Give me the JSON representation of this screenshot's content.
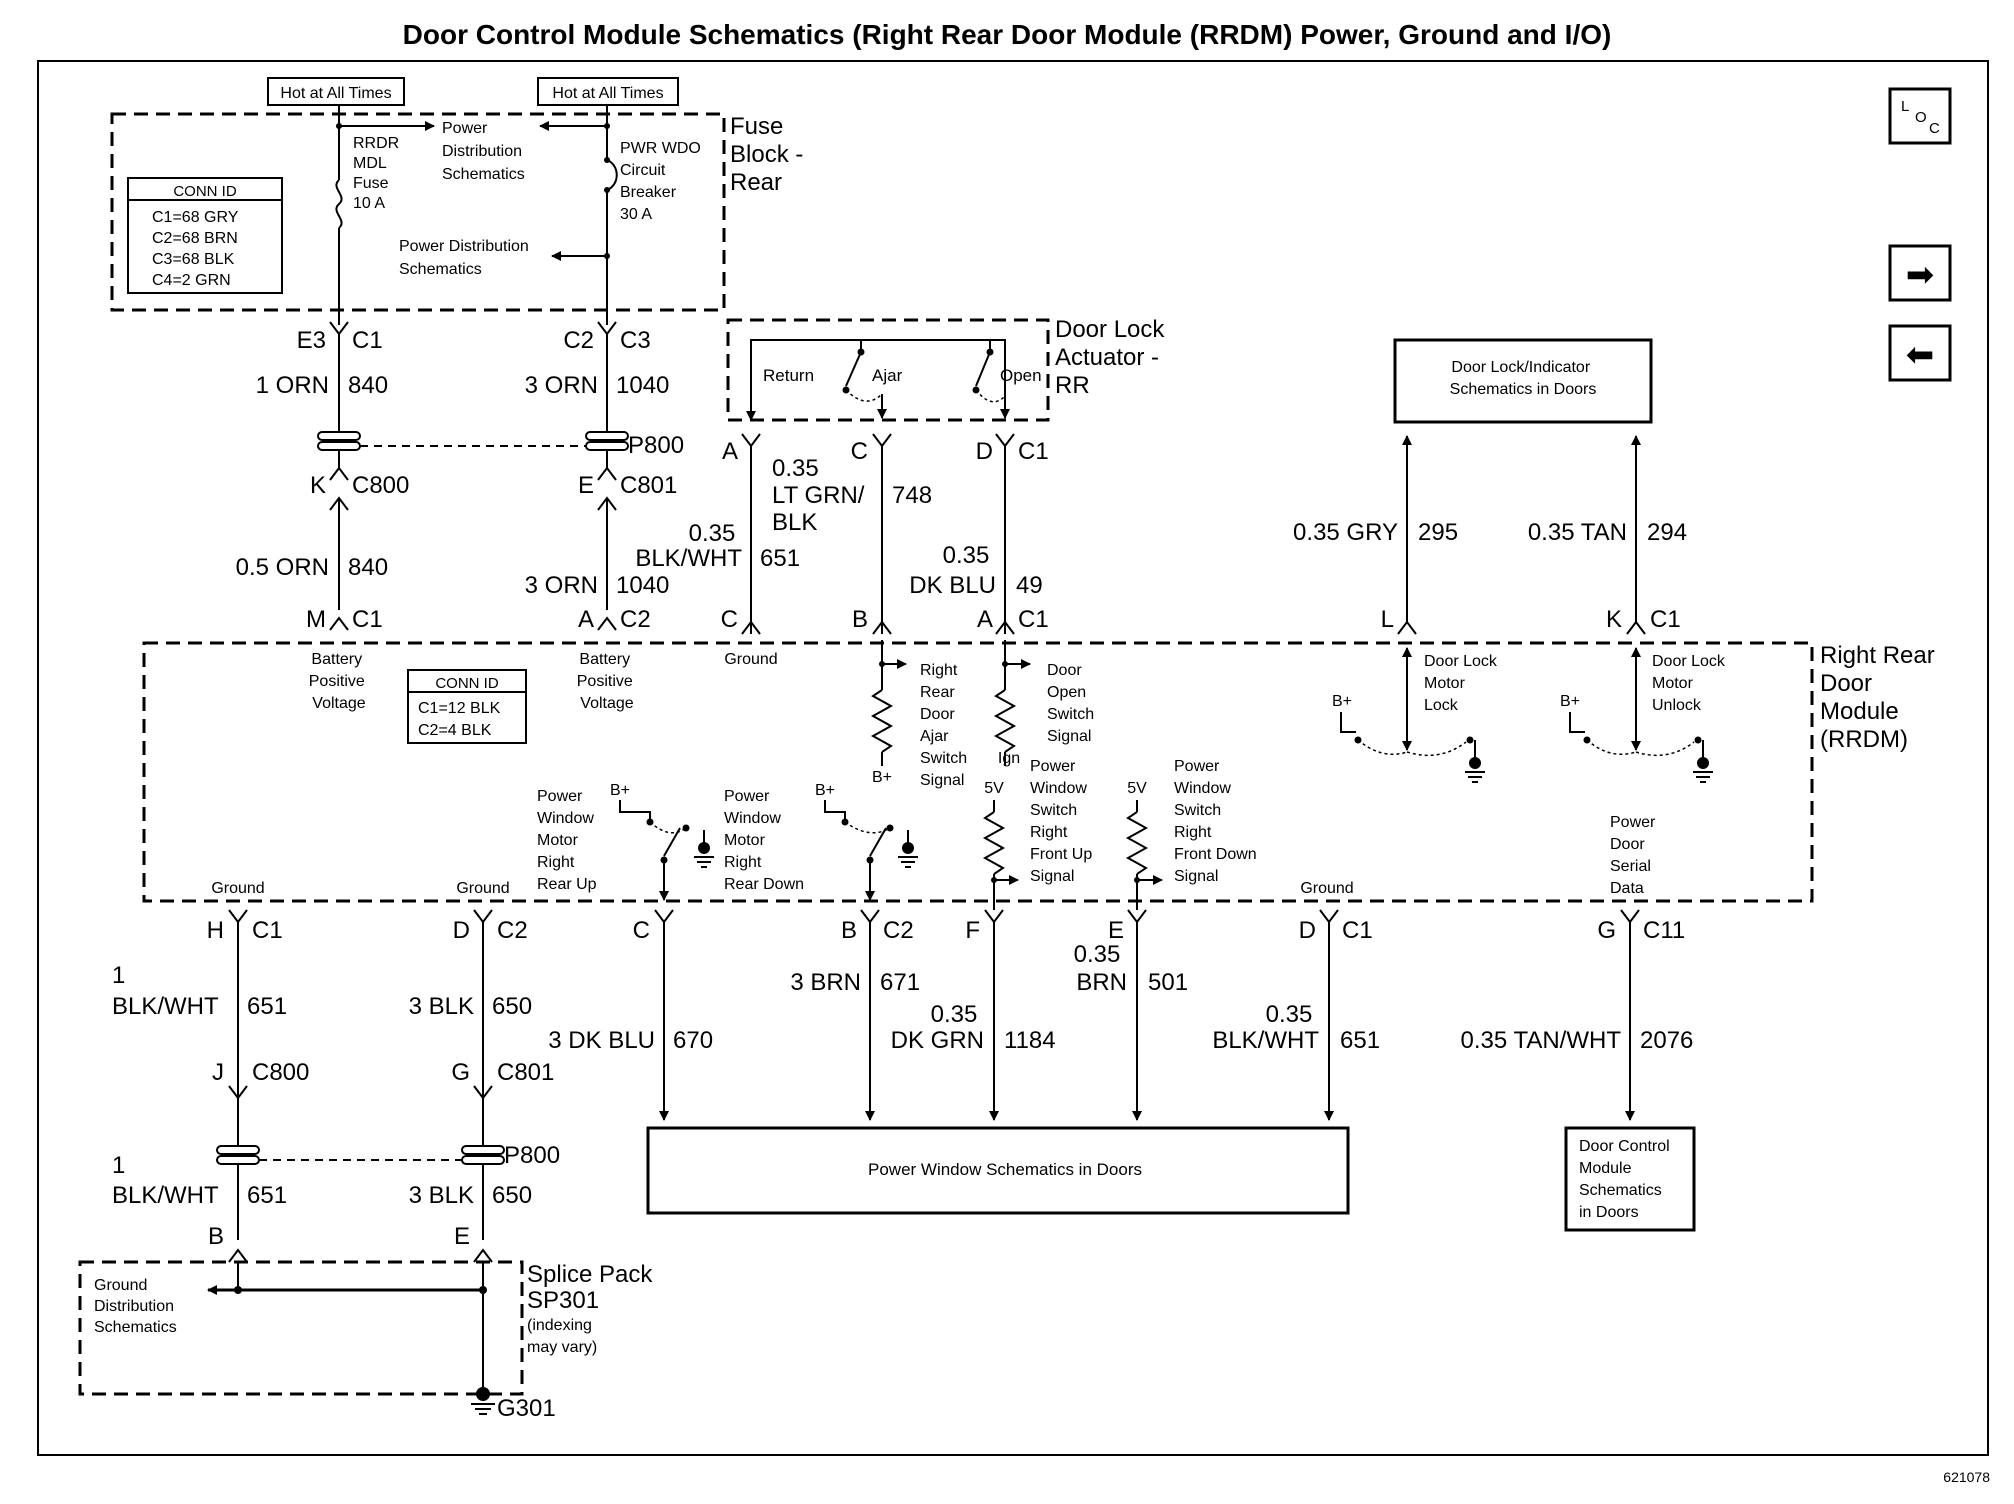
{
  "title": "Door Control Module Schematics (Right Rear Door Module (RRDM) Power, Ground and I/O)",
  "figure_id": "621078",
  "nav": {
    "loc_1": "L",
    "loc_2": "O",
    "loc_3": "C",
    "next_glyph": "➡",
    "prev_glyph": "⬅"
  },
  "fuse_block": {
    "title_lines": [
      "Fuse",
      "Block -",
      "Rear"
    ],
    "hot_left": "Hot at All Times",
    "hot_right": "Hot at All Times",
    "power_dist_top": [
      "Power",
      "Distribution",
      "Schematics"
    ],
    "power_dist_mid": [
      "Power Distribution",
      "Schematics"
    ],
    "rrdr_fuse": [
      "RRDR",
      "MDL",
      "Fuse",
      "10 A"
    ],
    "pwr_wdo_breaker": [
      "PWR WDO",
      "Circuit",
      "Breaker",
      "30 A"
    ],
    "conn_id_title": "CONN ID",
    "conn_id_lines": [
      "C1=68 GRY",
      "C2=68 BRN",
      "C3=68 BLK",
      "C4=2 GRN"
    ]
  },
  "door_lock_actuator": {
    "title_lines": [
      "Door Lock",
      "Actuator -",
      "RR"
    ],
    "return_label": "Return",
    "ajar_label": "Ajar",
    "open_label": "Open"
  },
  "module": {
    "title_lines": [
      "Right Rear",
      "Door",
      "Module",
      "(RRDM)"
    ],
    "conn_id_title": "CONN ID",
    "conn_id_lines": [
      "C1=12 BLK",
      "C2=4 BLK"
    ],
    "battery_left": [
      "Battery",
      "Positive",
      "Voltage"
    ],
    "battery_right": [
      "Battery",
      "Positive",
      "Voltage"
    ],
    "ground_top": "Ground",
    "ajar_signal": [
      "Right",
      "Rear",
      "Door",
      "Ajar",
      "Switch",
      "Signal"
    ],
    "open_signal": [
      "Door",
      "Open",
      "Switch",
      "Signal"
    ],
    "lock_lock": [
      "Door Lock",
      "Motor",
      "Lock"
    ],
    "lock_unlock": [
      "Door Lock",
      "Motor",
      "Unlock"
    ],
    "bplus": "B+",
    "ign": "Ign",
    "fivev": "5V",
    "motor_up": [
      "Power",
      "Window",
      "Motor",
      "Right",
      "Rear Up"
    ],
    "motor_down": [
      "Power",
      "Window",
      "Motor",
      "Right",
      "Rear Down"
    ],
    "switch_up": [
      "Power",
      "Window",
      "Switch",
      "Right",
      "Front Up",
      "Signal"
    ],
    "switch_down": [
      "Power",
      "Window",
      "Switch",
      "Right",
      "Front Down",
      "Signal"
    ],
    "serial_data": [
      "Power",
      "Door",
      "Serial",
      "Data"
    ],
    "ground_label": "Ground"
  },
  "boxes": {
    "door_lock_indicator": [
      "Door Lock/Indicator",
      "Schematics in Doors"
    ],
    "power_window": "Power Window Schematics in Doors",
    "dcm": [
      "Door Control",
      "Module",
      "Schematics",
      "in Doors"
    ]
  },
  "splice": {
    "title": "Splice Pack",
    "id": "SP301",
    "note": [
      "(indexing",
      "may vary)"
    ],
    "ground_dist": [
      "Ground",
      "Distribution",
      "Schematics"
    ],
    "ground": "G301"
  },
  "pins": {
    "e3": "E3",
    "c1": "C1",
    "c2": "C2",
    "c3": "C3",
    "k": "K",
    "c800": "C800",
    "e": "E",
    "c801": "C801",
    "m": "M",
    "a": "A",
    "c": "C",
    "b": "B",
    "d": "D",
    "l": "L",
    "h": "H",
    "f": "F",
    "g": "G",
    "j": "J",
    "c11": "C11",
    "p800": "P800"
  },
  "wires": {
    "w840_top": [
      "1 ORN",
      "840"
    ],
    "w1040_top": [
      "3 ORN",
      "1040"
    ],
    "w840_bot": [
      "0.5 ORN",
      "840"
    ],
    "w1040_bot": [
      "3 ORN",
      "1040"
    ],
    "w651_top": [
      "0.35",
      "BLK/WHT",
      "651"
    ],
    "w748": [
      "0.35",
      "LT GRN/",
      "BLK",
      "748"
    ],
    "w49": [
      "0.35",
      "DK BLU",
      "49"
    ],
    "w295": [
      "0.35 GRY",
      "295"
    ],
    "w294": [
      "0.35 TAN",
      "294"
    ],
    "w651_h": [
      "1",
      "BLK/WHT",
      "651"
    ],
    "w650_d": [
      "3 BLK",
      "650"
    ],
    "w670": [
      "3 DK BLU",
      "670"
    ],
    "w671": [
      "3 BRN",
      "671"
    ],
    "w1184": [
      "0.35",
      "DK GRN",
      "1184"
    ],
    "w501": [
      "0.35",
      "BRN",
      "501"
    ],
    "w651_d": [
      "0.35",
      "BLK/WHT",
      "651"
    ],
    "w2076": [
      "0.35 TAN/WHT",
      "2076"
    ],
    "w651_b": [
      "1",
      "BLK/WHT",
      "651"
    ],
    "w650_e": [
      "3 BLK",
      "650"
    ]
  }
}
